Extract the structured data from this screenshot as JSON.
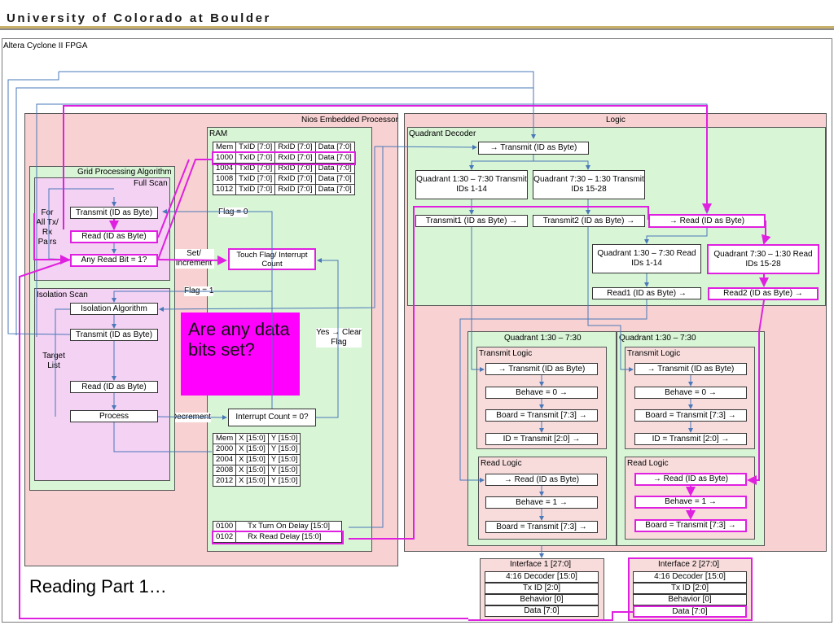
{
  "header": {
    "title": "University of Colorado at Boulder"
  },
  "fpga_label": "Altera Cyclone II FPGA",
  "nios": {
    "title": "Nios Embedded Processor",
    "ram_label": "RAM",
    "ram_table": {
      "headers": [
        "Mem",
        "TxID [7:0]",
        "RxID [7:0]",
        "Data [7:0]"
      ],
      "rows": [
        [
          "1000",
          "TxID [7:0]",
          "RxID [7:0]",
          "Data [7:0]"
        ],
        [
          "1004",
          "TxID [7:0]",
          "RxID [7:0]",
          "Data [7:0]"
        ],
        [
          "1008",
          "TxID [7:0]",
          "RxID [7:0]",
          "Data [7:0]"
        ],
        [
          "1012",
          "TxID [7:0]",
          "RxID [7:0]",
          "Data [7:0]"
        ]
      ]
    },
    "xy_table": {
      "headers": [
        "Mem",
        "X [15:0]",
        "Y [15:0]"
      ],
      "rows": [
        [
          "2000",
          "X [15:0]",
          "Y [15:0]"
        ],
        [
          "2004",
          "X [15:0]",
          "Y [15:0]"
        ],
        [
          "2008",
          "X [15:0]",
          "Y [15:0]"
        ],
        [
          "2012",
          "X [15:0]",
          "Y [15:0]"
        ]
      ]
    },
    "delay_table": {
      "rows": [
        [
          "0100",
          "Tx Turn On Delay [15:0]"
        ],
        [
          "0102",
          "Rx Read Delay [15:0]"
        ]
      ]
    },
    "touch_flag": "Touch Flag/ Interrupt Count",
    "interrupt_count": "Interrupt Count = 0?",
    "flag0": "Flag = 0",
    "flag1": "Flag = 1",
    "set_increment": "Set/ Increment",
    "decrement": "Decrement",
    "yes_clear": "Yes → Clear Flag"
  },
  "gpa": {
    "title": "Grid Processing Algorithm",
    "full_scan": "Full Scan",
    "for_all": "For All Tx/ Rx Pairs",
    "transmit": "Transmit (ID as Byte)",
    "read": "Read (ID as Byte)",
    "any_read": "Any Read Bit = 1?",
    "isolation_scan": "Isolation Scan",
    "isolation_algorithm": "Isolation Algorithm",
    "iso_transmit": "Transmit (ID as Byte)",
    "target_list": "Target List",
    "iso_read": "Read (ID as Byte)",
    "process": "Process"
  },
  "callout": "Are any data bits set?",
  "reading_label": "Reading Part 1…",
  "logic": {
    "title": "Logic",
    "quad_decoder": "Quadrant Decoder",
    "transmit_id": "→ Transmit (ID as Byte)",
    "q1_tx": "Quadrant 1:30 – 7:30 Transmit IDs 1-14",
    "q2_tx": "Quadrant 7:30 – 1:30 Transmit IDs 15-28",
    "transmit1": "Transmit1 (ID as Byte) →",
    "transmit2": "Transmit2 (ID as Byte) →",
    "read_id": "→ Read (ID as Byte)",
    "q1_rd": "Quadrant 1:30 – 7:30 Read IDs 1-14",
    "q2_rd": "Quadrant 7:30 – 1:30 Read IDs 15-28",
    "read1": "Read1 (ID as Byte) →",
    "read2": "Read2 (ID as Byte) →",
    "quadA": {
      "title": "Quadrant 1:30 – 7:30",
      "tx_logic": "Transmit Logic",
      "tx_id": "→ Transmit (ID as Byte)",
      "behave0": "Behave = 0 →",
      "board_tx": "Board = Transmit [7:3] →",
      "id_tx": "ID = Transmit [2:0] →",
      "read_logic": "Read Logic",
      "rd_id": "→ Read (ID as Byte)",
      "behave1": "Behave = 1 →",
      "board_rd": "Board = Transmit [7:3] →"
    },
    "quadB": {
      "title": "Quadrant 1:30 – 7:30",
      "tx_logic": "Transmit Logic",
      "tx_id": "→ Transmit (ID as Byte)",
      "behave0": "Behave = 0 →",
      "board_tx": "Board = Transmit [7:3] →",
      "id_tx": "ID = Transmit [2:0] →",
      "read_logic": "Read Logic",
      "rd_id": "→ Read (ID as Byte)",
      "behave1": "Behave = 1 →",
      "board_rd": "Board = Transmit [7:3] →"
    }
  },
  "interface1": {
    "title": "Interface 1 [27:0]",
    "rows": [
      "4:16 Decoder [15:0]",
      "Tx ID [2:0]",
      "Behavior [0]",
      "Data [7:0]"
    ]
  },
  "interface2": {
    "title": "Interface 2 [27:0]",
    "rows": [
      "4:16 Decoder [15:0]",
      "Tx ID [2:0]",
      "Behavior [0]",
      "Data [7:0]"
    ]
  },
  "colors": {
    "highlight": "#e020e0",
    "callout_bg": "#ff00ff",
    "flow_line": "#4a78b8"
  }
}
